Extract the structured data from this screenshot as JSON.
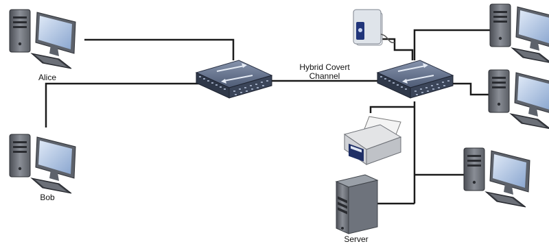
{
  "labels": {
    "alice": "Alice",
    "bob": "Bob",
    "server": "Server",
    "channel_line1": "Hybrid Covert",
    "channel_line2": "Channel"
  },
  "nodes": [
    {
      "id": "alice-computer",
      "icon": "desktop-computer-icon"
    },
    {
      "id": "bob-computer",
      "icon": "desktop-computer-icon"
    },
    {
      "id": "left-switch",
      "icon": "network-switch-icon"
    },
    {
      "id": "right-switch",
      "icon": "network-switch-icon"
    },
    {
      "id": "storage-drive",
      "icon": "external-drive-icon"
    },
    {
      "id": "printer",
      "icon": "printer-icon"
    },
    {
      "id": "server",
      "icon": "server-tower-icon"
    },
    {
      "id": "right-computer-top",
      "icon": "desktop-computer-icon"
    },
    {
      "id": "right-computer-mid",
      "icon": "desktop-computer-icon"
    },
    {
      "id": "right-computer-bottom",
      "icon": "desktop-computer-icon"
    }
  ],
  "colors": {
    "cable": "#1a1a1a",
    "switch_body": "#3d4a63",
    "switch_top": "#6f7d96",
    "monitor_screen": "#9fb7d8",
    "tower": "#6a6e76"
  }
}
